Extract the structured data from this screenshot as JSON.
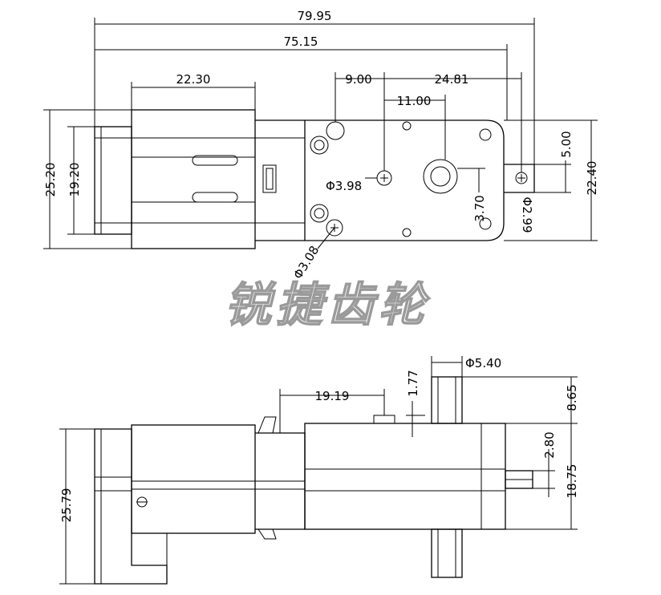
{
  "top_view": {
    "overall_length": "79.95",
    "body_length": "75.15",
    "motor_length": "22.30",
    "hole_offset": "9.00",
    "shaft_offset_right": "24.81",
    "shaft_offset": "11.00",
    "motor_height_outer": "25.20",
    "motor_height_inner": "19.20",
    "tab_height": "5.00",
    "body_height": "22.40",
    "tab_hole": "Φ2.99",
    "hole_dia": "Φ3.98",
    "shaft_offset_v": "3.70",
    "mount_hole": "Φ3.08"
  },
  "watermark": "锐捷齿轮",
  "side_view": {
    "shaft_dia": "Φ5.40",
    "shaft_pos": "19.19",
    "boss_height": "1.77",
    "shaft_length": "8.65",
    "tab_height": "2.80",
    "body_to_center": "18.75",
    "overall_height": "25.79"
  }
}
